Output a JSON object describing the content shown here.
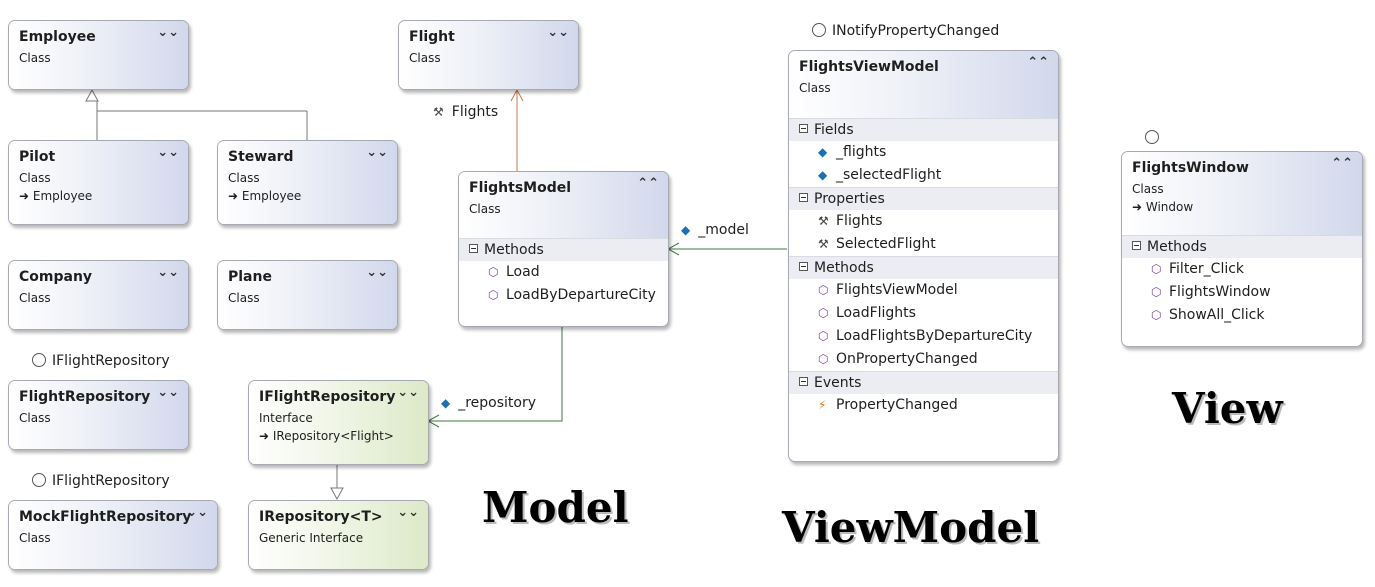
{
  "diagram": {
    "boxes": {
      "employee": {
        "title": "Employee",
        "stereotype": "Class"
      },
      "pilot": {
        "title": "Pilot",
        "stereotype": "Class",
        "inherits": "Employee"
      },
      "steward": {
        "title": "Steward",
        "stereotype": "Class",
        "inherits": "Employee"
      },
      "company": {
        "title": "Company",
        "stereotype": "Class"
      },
      "plane": {
        "title": "Plane",
        "stereotype": "Class"
      },
      "flight_repository": {
        "title": "FlightRepository",
        "stereotype": "Class"
      },
      "mock_flight_repository": {
        "title": "MockFlightRepository",
        "stereotype": "Class"
      },
      "iflight_repository": {
        "title": "IFlightRepository",
        "stereotype": "Interface",
        "inherits": "IRepository<Flight>"
      },
      "irepository": {
        "title": "IRepository<T>",
        "stereotype": "Generic Interface"
      },
      "flight": {
        "title": "Flight",
        "stereotype": "Class"
      },
      "flights_model": {
        "title": "FlightsModel",
        "stereotype": "Class",
        "sections": [
          {
            "name": "Methods",
            "members": [
              "Load",
              "LoadByDepartureCity"
            ]
          }
        ]
      },
      "flights_view_model": {
        "title": "FlightsViewModel",
        "stereotype": "Class",
        "sections": [
          {
            "name": "Fields",
            "members": [
              "_flights",
              "_selectedFlight"
            ]
          },
          {
            "name": "Properties",
            "members": [
              "Flights",
              "SelectedFlight"
            ]
          },
          {
            "name": "Methods",
            "members": [
              "FlightsViewModel",
              "LoadFlights",
              "LoadFlightsByDepartureCity",
              "OnPropertyChanged"
            ]
          },
          {
            "name": "Events",
            "members": [
              "PropertyChanged"
            ]
          }
        ]
      },
      "flights_window": {
        "title": "FlightsWindow",
        "stereotype": "Class",
        "inherits": "Window",
        "sections": [
          {
            "name": "Methods",
            "members": [
              "Filter_Click",
              "FlightsWindow",
              "ShowAll_Click"
            ]
          }
        ]
      }
    },
    "interfaces": {
      "flight_repository": "IFlightRepository",
      "mock_flight_repository": "IFlightRepository",
      "flights_view_model": "INotifyPropertyChanged"
    },
    "associations": {
      "flights": "Flights",
      "model": "_model",
      "repository": "_repository"
    },
    "layer_labels": {
      "model": "Model",
      "view_model": "ViewModel",
      "view": "View"
    },
    "colors": {
      "class_header": "#d2d8ec",
      "interface_header": "#dde9c8",
      "association_line": "#3f7a3f",
      "composition_line": "#c07a52"
    }
  }
}
